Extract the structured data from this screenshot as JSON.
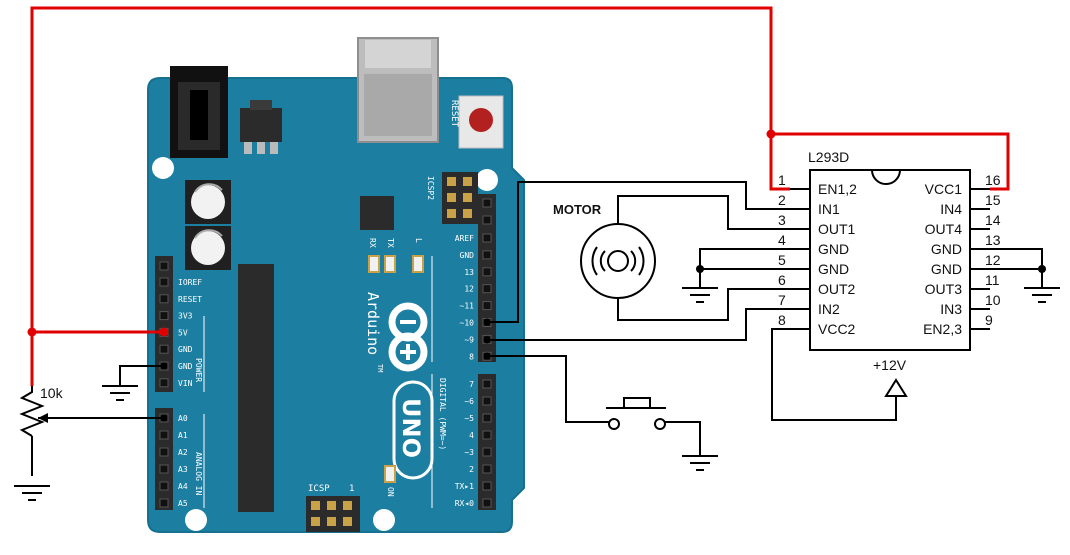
{
  "chip": {
    "name": "L293D",
    "left_pins": [
      {
        "num": "1",
        "name": "EN1,2"
      },
      {
        "num": "2",
        "name": "IN1"
      },
      {
        "num": "3",
        "name": "OUT1"
      },
      {
        "num": "4",
        "name": "GND"
      },
      {
        "num": "5",
        "name": "GND"
      },
      {
        "num": "6",
        "name": "OUT2"
      },
      {
        "num": "7",
        "name": "IN2"
      },
      {
        "num": "8",
        "name": "VCC2"
      }
    ],
    "right_pins": [
      {
        "num": "16",
        "name": "VCC1"
      },
      {
        "num": "15",
        "name": "IN4"
      },
      {
        "num": "14",
        "name": "OUT4"
      },
      {
        "num": "13",
        "name": "GND"
      },
      {
        "num": "12",
        "name": "GND"
      },
      {
        "num": "11",
        "name": "OUT3"
      },
      {
        "num": "10",
        "name": "IN3"
      },
      {
        "num": "9",
        "name": "EN2,3"
      }
    ]
  },
  "motor_label": "MOTOR",
  "supply_label": "+12V",
  "pot_label": "10k",
  "board": {
    "reset_label": "RESET",
    "icsp2_label": "ICSP2",
    "icsp_label": "ICSP",
    "icsp_pin1": "1",
    "tx_label": "TX",
    "rx_label": "RX",
    "l_label": "L",
    "on_label": "ON",
    "brand": "Arduino",
    "tm": "TM",
    "model": "UNO",
    "digital_label": "DIGITAL (PWM=~)",
    "power_label": "POWER",
    "analog_label": "ANALOG IN",
    "power_pins": [
      "IOREF",
      "RESET",
      "3V3",
      "5V",
      "GND",
      "GND",
      "VIN"
    ],
    "analog_pins": [
      "A0",
      "A1",
      "A2",
      "A3",
      "A4",
      "A5"
    ],
    "digital_top": [
      "AREF",
      "GND",
      "13",
      "12",
      "~11",
      "~10",
      "~9",
      "8"
    ],
    "digital_bottom": [
      "7",
      "~6",
      "~5",
      "4",
      "~3",
      "2",
      "TX▸1",
      "RX◂0"
    ]
  },
  "colors": {
    "board": "#1c7ea1",
    "board_edge": "#16708f",
    "wire_red": "#e00000",
    "wire_black": "#000000",
    "header": "#2b2b2b"
  }
}
